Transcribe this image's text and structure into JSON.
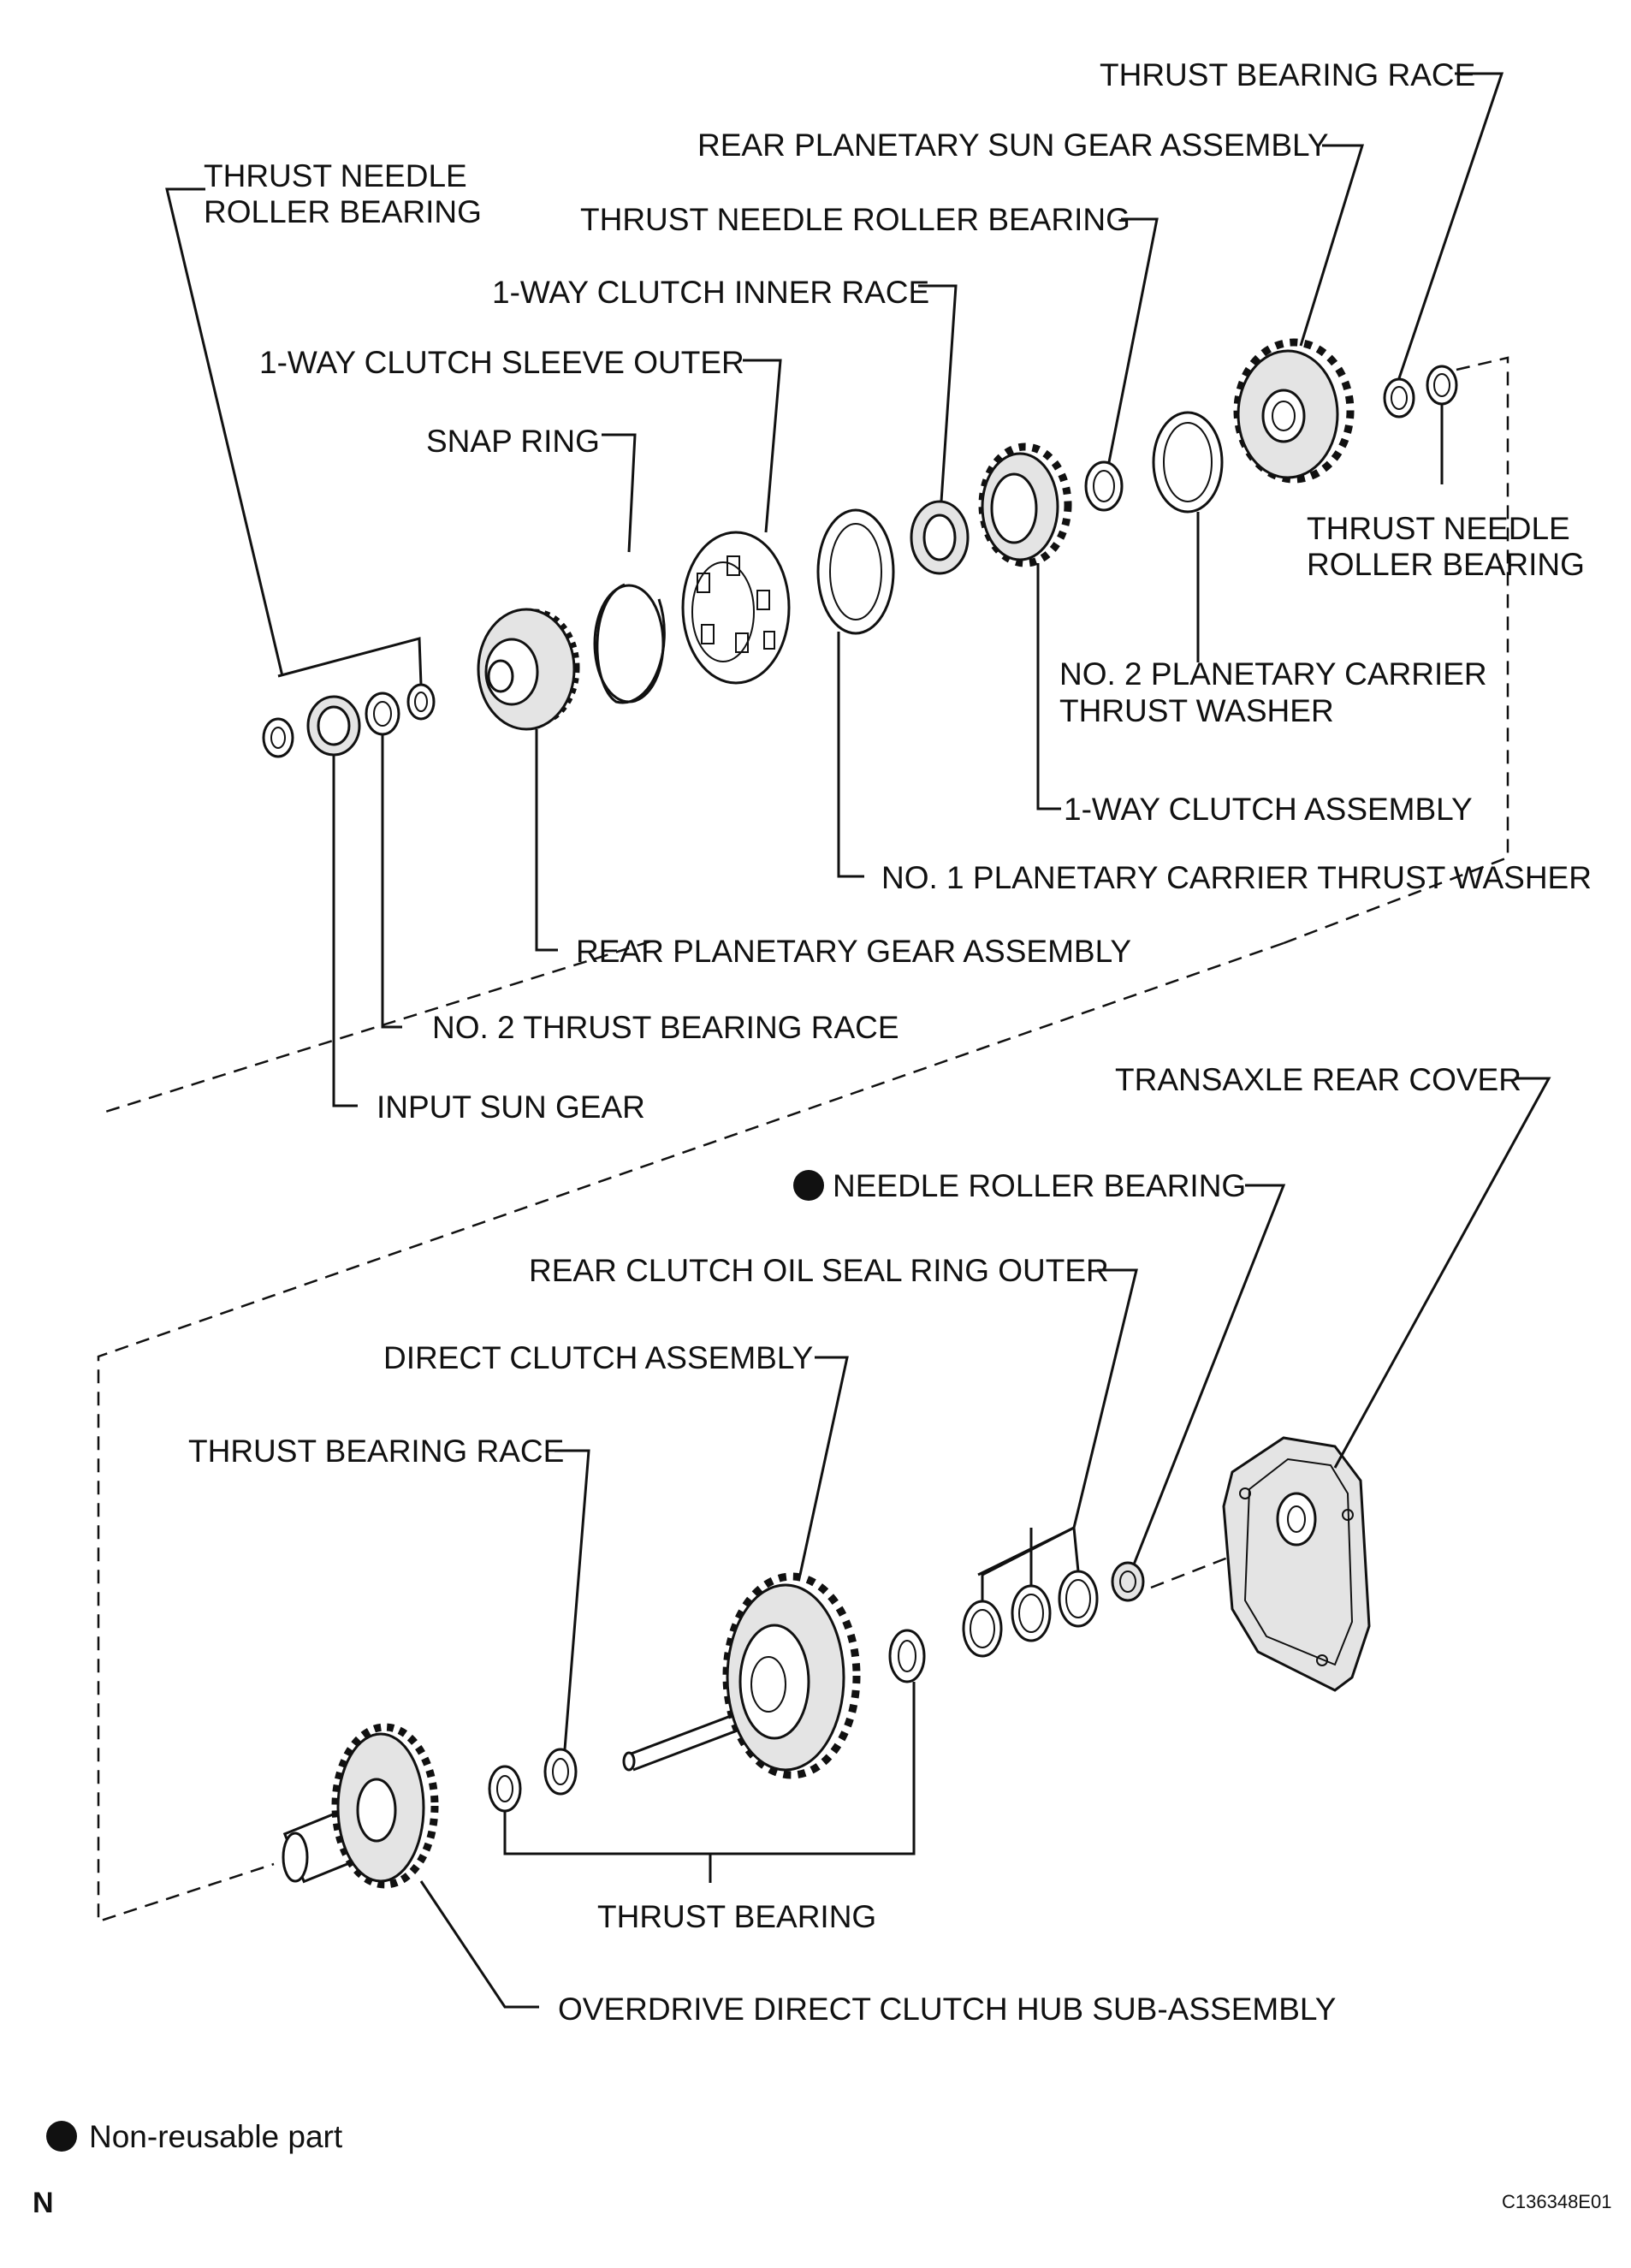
{
  "labels": {
    "thrust_bearing_race_top": "THRUST BEARING RACE",
    "rear_planetary_sun_gear": "REAR PLANETARY SUN GEAR ASSEMBLY",
    "thrust_needle_roller_bearing_left_1": "THRUST NEEDLE",
    "thrust_needle_roller_bearing_left_2": "ROLLER BEARING",
    "thrust_needle_roller_bearing_mid": "THRUST NEEDLE ROLLER BEARING",
    "one_way_clutch_inner_race": "1-WAY CLUTCH INNER RACE",
    "one_way_clutch_sleeve_outer": "1-WAY CLUTCH SLEEVE OUTER",
    "snap_ring": "SNAP RING",
    "thrust_needle_roller_bearing_right_1": "THRUST NEEDLE",
    "thrust_needle_roller_bearing_right_2": "ROLLER BEARING",
    "no2_planetary_carrier_washer_1": "NO. 2 PLANETARY CARRIER",
    "no2_planetary_carrier_washer_2": "THRUST WASHER",
    "one_way_clutch_assembly": "1-WAY CLUTCH ASSEMBLY",
    "no1_planetary_carrier_washer": "NO. 1 PLANETARY CARRIER THRUST WASHER",
    "rear_planetary_gear_assembly": "REAR PLANETARY GEAR ASSEMBLY",
    "no2_thrust_bearing_race": "NO. 2 THRUST BEARING RACE",
    "input_sun_gear": "INPUT SUN GEAR",
    "transaxle_rear_cover": "TRANSAXLE REAR COVER",
    "needle_roller_bearing": "NEEDLE ROLLER BEARING",
    "rear_clutch_oil_seal_ring_outer": "REAR CLUTCH OIL SEAL RING OUTER",
    "direct_clutch_assembly": "DIRECT CLUTCH ASSEMBLY",
    "thrust_bearing_race_bottom": "THRUST BEARING RACE",
    "thrust_bearing": "THRUST BEARING",
    "overdrive_direct_clutch_hub": "OVERDRIVE DIRECT CLUTCH HUB SUB-ASSEMBLY"
  },
  "legend": {
    "non_reusable": "Non-reusable part"
  },
  "footer": {
    "orientation": "N",
    "figure_code": "C136348E01"
  }
}
